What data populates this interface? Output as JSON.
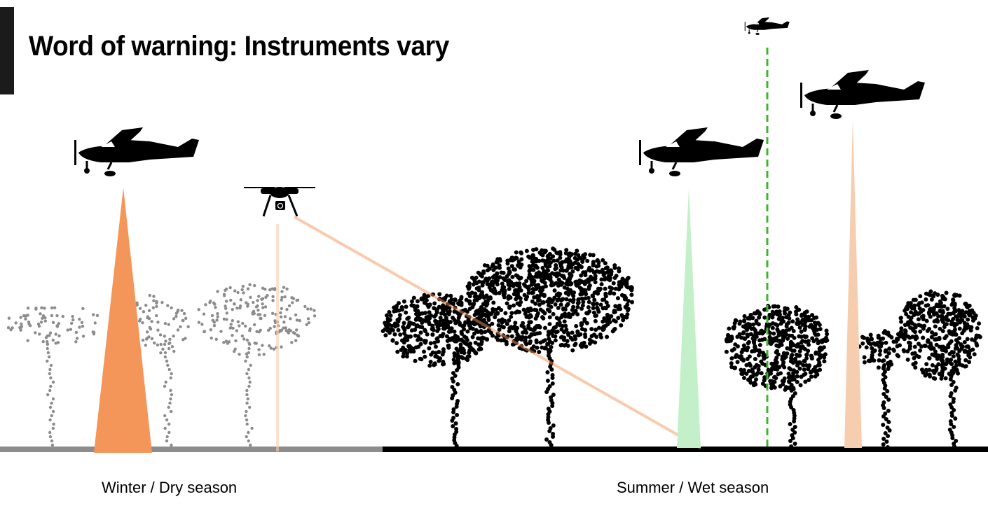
{
  "title": "Word of warning: Instruments vary",
  "labels": {
    "left": "Winter / Dry season",
    "right": "Summer / Wet season"
  },
  "colors": {
    "dry_canopy": "#8c8c8c",
    "wet_canopy": "#000000",
    "beam_orange": "#f4965a",
    "beam_green": "#c3f0c8",
    "beam_peach": "#f7cdb0",
    "dashed_line": "#3cb62c"
  },
  "icons": [
    "airplane-icon",
    "drone-icon"
  ]
}
